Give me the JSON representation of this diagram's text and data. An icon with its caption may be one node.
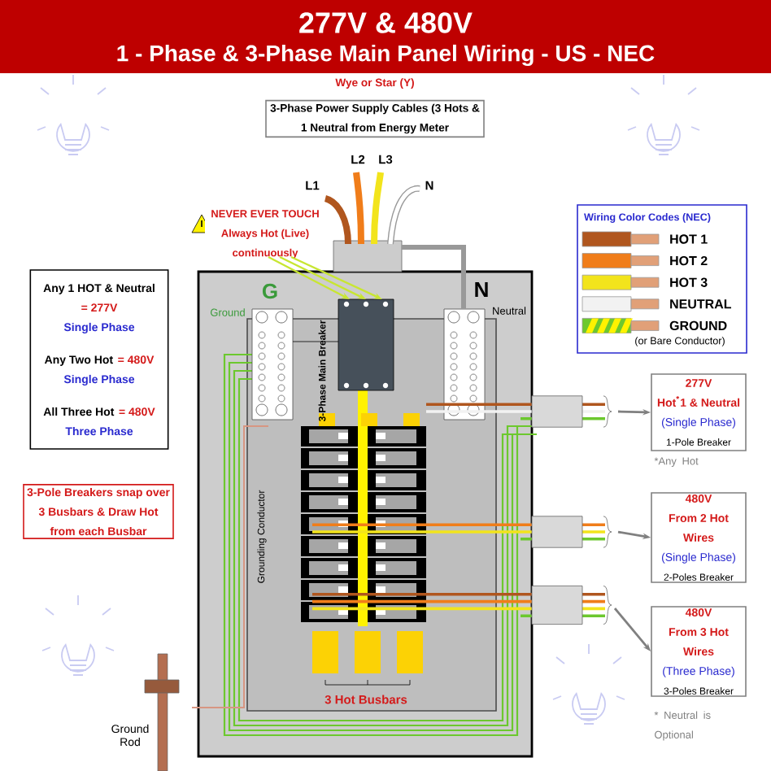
{
  "diagram": {
    "title": "277V & 480V",
    "nodes": [
      {
        "text": [
          "Wye or Star (Y)",
          "3-Phase Power Supply Cables (3 Hots & 1 Neutral from Energy Meter"
        ]
      },
      {
        "text": [
          "Any 1 HOT & Neutral",
          "= 277V",
          "Single Phase",
          "Any Two Hot",
          "= 480V",
          "Single Phase",
          "All Three Hot",
          "= 480V",
          "Three Phase"
        ]
      },
      {
        "text": [
          "3-Pole Breakers snap over 3 Busbars & Draw Hot from each Busbar"
        ]
      },
      {
        "text": [
          "277V",
          "Hot$^{*}$1 & Neutral",
          "(Single Phase)",
          "1-Pole Breaker"
        ],
        "beside": [
          "*Any Hot"
        ]
      },
      {
        "text": [
          "480V",
          "From 2 Hot Wires",
          "(Single Phase)",
          "2-Poles Breaker"
        ]
      },
      {
        "text": [
          "480V",
          "From 3 Hot Wires",
          "(Three Phase)",
          "3-Poles Breaker"
        ],
        "beside": [
          "* Neutral is Optional"
        ]
      },
      {
        "text": [
          "NEVER EVER TOUCH",
          "Always Hot (Live) continuously"
        ]
      },
      {
        "text": [],
        "shape": "box",
        "beside": [
          "3-Phase Main Breaker"
        ]
      }
    ],
    "edges": [
      {
        "from": 6,
        "to": 7,
        "arrow": "to",
        "color": "#c8e632"
      },
      {
        "from": 6,
        "to": 7,
        "arrow": "to",
        "color": "#c8e632"
      },
      {
        "from": 6,
        "to": 7,
        "arrow": "to",
        "color": "#c8e632"
      },
      {
        "from": null,
        "to": 3,
        "arrow": "to",
        "color": "#808080"
      },
      {
        "from": null,
        "to": 4,
        "arrow": "to",
        "color": "#808080"
      },
      {
        "from": null,
        "to": 5,
        "arrow": "to",
        "color": "#808080"
      }
    ],
    "labels": [
      "1 - Phase & 3-Phase Main Panel Wiring - US - NEC",
      "L1",
      "L2",
      "L3",
      "N",
      "Wiring Color Codes (NEC)",
      "(or Bare Conductor)",
      "G",
      "Ground",
      "N",
      "Neutral",
      "Grounding Conductor",
      "3 Hot Busbars",
      "Ground Rod"
    ],
    "legend": [
      {
        "text": "HOT 1",
        "color": "#b0561e"
      },
      {
        "text": "HOT 2",
        "color": "#f07d1a"
      },
      {
        "text": "HOT 3",
        "color": "#f2e41c"
      },
      {
        "text": "NEUTRAL",
        "color": "#f2f2f2"
      },
      {
        "text": "GROUND"
      }
    ]
  }
}
